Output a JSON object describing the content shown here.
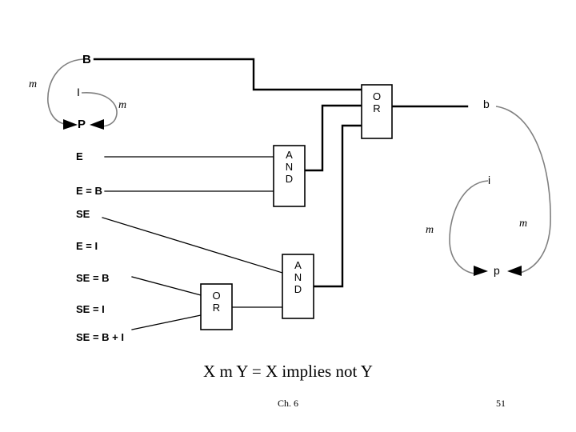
{
  "slide": {
    "caption": "X m Y = X implies not Y",
    "chapter": "Ch. 6",
    "page_number": "51",
    "background_color": "#ffffff",
    "wire_color": "#000000",
    "arc_color": "#808080"
  },
  "nodes": {
    "b_upper": "B",
    "i_upper": "I",
    "p_upper": "P",
    "b_lower": "b",
    "i_lower": "i",
    "p_lower": "p"
  },
  "arc_labels": {
    "left_outer": "m",
    "left_inner": "m",
    "right_outer": "m",
    "right_inner": "m"
  },
  "predicates": [
    {
      "text": "E"
    },
    {
      "text": "E = B"
    },
    {
      "text": "SE"
    },
    {
      "text": "E = I"
    },
    {
      "text": "SE = B"
    },
    {
      "text": "SE = I"
    },
    {
      "text": "SE = B + I"
    }
  ],
  "gates": [
    {
      "id": "or-top",
      "type": "OR",
      "label": "O\nR",
      "inputs": 3,
      "outputs": 1
    },
    {
      "id": "and-top",
      "type": "AND",
      "label": "A\nN\nD",
      "inputs": 2,
      "outputs": 1
    },
    {
      "id": "and-bottom",
      "type": "AND",
      "label": "A\nN\nD",
      "inputs": 2,
      "outputs": 1
    },
    {
      "id": "or-bottom",
      "type": "OR",
      "label": "O\nR",
      "inputs": 2,
      "outputs": 1
    }
  ]
}
